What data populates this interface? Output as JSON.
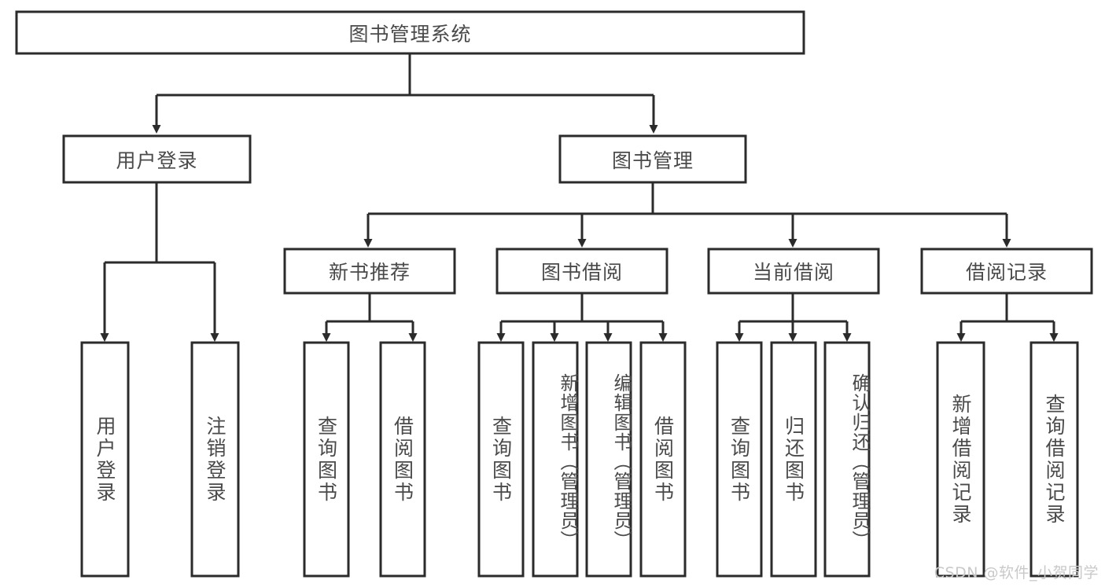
{
  "diagram": {
    "title": "图书管理系统",
    "type": "tree-hierarchy-chart",
    "root": {
      "label": "图书管理系统"
    },
    "level2": [
      {
        "label": "用户登录"
      },
      {
        "label": "图书管理"
      }
    ],
    "level3": [
      {
        "label": "新书推荐"
      },
      {
        "label": "图书借阅"
      },
      {
        "label": "当前借阅"
      },
      {
        "label": "借阅记录"
      }
    ],
    "leaves": {
      "user_login": [
        {
          "label": "用户登录"
        },
        {
          "label": "注销登录"
        }
      ],
      "new_book_recommend": [
        {
          "label": "查询图书"
        },
        {
          "label": "借阅图书"
        }
      ],
      "book_borrow": [
        {
          "label": "查询图书"
        },
        {
          "label": "新增图书（管理员）"
        },
        {
          "label": "编辑图书（管理员）"
        },
        {
          "label": "借阅图书"
        }
      ],
      "current_borrow": [
        {
          "label": "查询图书"
        },
        {
          "label": "归还图书"
        },
        {
          "label": "确认归还（管理员）"
        }
      ],
      "borrow_record": [
        {
          "label": "新增借阅记录"
        },
        {
          "label": "查询借阅记录"
        }
      ]
    }
  },
  "watermark": {
    "text": "CSDN @软件_小贺同学"
  },
  "colors": {
    "background": "#ffffff",
    "box_stroke": "#2b2b2b",
    "box_fill": "#ffffff",
    "text": "#4a4a4a",
    "watermark": "#c9c9c9"
  }
}
